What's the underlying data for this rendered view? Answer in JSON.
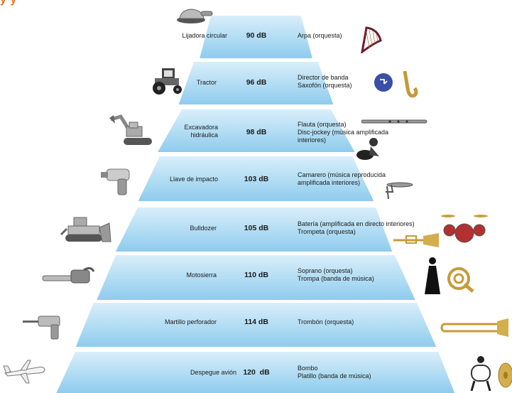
{
  "header_fragment": "y    y",
  "tiers": [
    {
      "left": "Lijadora circular",
      "db": "90 dB",
      "right": "Arpa (orquesta)"
    },
    {
      "left": "Tractor",
      "db": "96 dB",
      "right": "Director de banda\nSaxofón (orquesta)"
    },
    {
      "left": "Excavadora\nhidráulica",
      "db": "98 dB",
      "right": "Flauta (orquesta)\nDisc-jockey (música amplificada\ninteriores)"
    },
    {
      "left": "Llave de impacto",
      "db": "103 dB",
      "right": "Camarero (música reproducida\namplificada interiores)"
    },
    {
      "left": "Bulldozer",
      "db": "105 dB",
      "right": "Batería (amplificada en directo interiores)\nTrompeta (orquesta)"
    },
    {
      "left": "Motosierra",
      "db": "110 dB",
      "right": "Soprano (orquesta)\nTrompa (banda de música)"
    },
    {
      "left": "Martillo perforador",
      "db": "114 dB",
      "right": "Trombón (orquesta)"
    },
    {
      "left": "Despegue avión",
      "db": "120  dB",
      "right": "Bombo\nPlatillo (banda de música)"
    }
  ],
  "colors": {
    "tier_light": "#d9eefa",
    "tier_dark": "#8fcbee",
    "header": "#e8731c"
  },
  "icons_left": [
    "sander-icon",
    "tractor-icon",
    "excavator-icon",
    "impact-wrench-icon",
    "bulldozer-icon",
    "chainsaw-icon",
    "drill-icon",
    "airplane-icon"
  ],
  "icons_right": [
    "harp-icon",
    "saxophone-icon",
    "flute-icon",
    "dj-icon",
    "waiter-icon",
    "drums-icon",
    "trumpet-icon",
    "singer-icon",
    "horn-icon",
    "trombone-icon",
    "bass-drum-icon",
    "cymbal-icon"
  ]
}
